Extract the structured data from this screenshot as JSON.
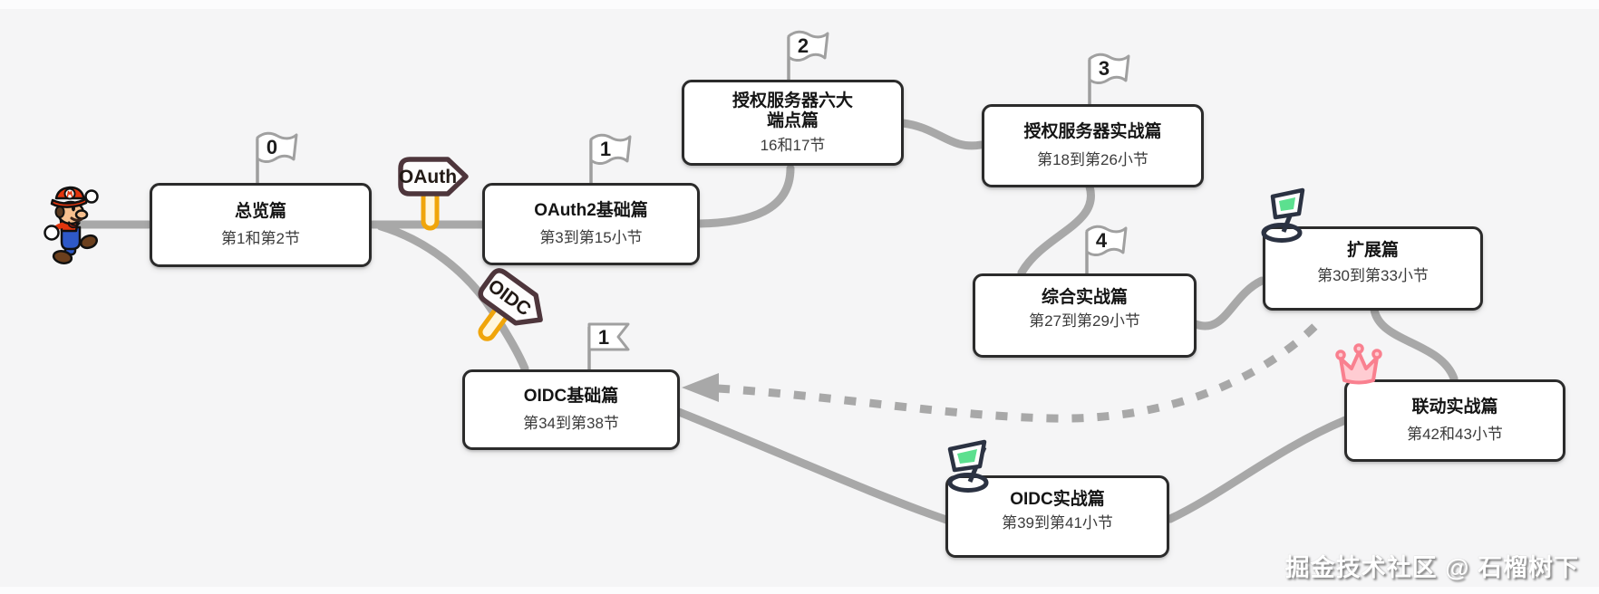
{
  "watermark": {
    "text": "掘金技术社区 @ 石榴树下"
  },
  "signs": {
    "oauth_label": "OAuth",
    "oidc_label": "OIDC"
  },
  "colors": {
    "background": "#f5f5f6",
    "path_gray": "#a8a8a8",
    "box_border": "#2b2b2b",
    "sign_border": "#4e363c",
    "sign_post_yellow": "#f0a50a",
    "flag_gray": "#a0a0a0",
    "green_flag_fill": "#5ce08f",
    "green_flag_outline": "#2b3242",
    "crown_pink": "#f9808f"
  },
  "nodes": [
    {
      "id": "overview",
      "title": "总览篇",
      "subtitle": "第1和第2节",
      "flag": "0",
      "marker": "numbered-flag"
    },
    {
      "id": "oauth2-basics",
      "title": "OAuth2基础篇",
      "subtitle": "第3到第15小节",
      "flag": "1",
      "marker": "numbered-flag"
    },
    {
      "id": "endpoints",
      "title": "授权服务器六大\n端点篇",
      "subtitle": "16和17节",
      "flag": "2",
      "marker": "numbered-flag"
    },
    {
      "id": "authserver-practice",
      "title": "授权服务器实战篇",
      "subtitle": "第18到第26小节",
      "flag": "3",
      "marker": "numbered-flag"
    },
    {
      "id": "comprehensive-practice",
      "title": "综合实战篇",
      "subtitle": "第27到第29小节",
      "flag": "4",
      "marker": "numbered-flag"
    },
    {
      "id": "extension",
      "title": "扩展篇",
      "subtitle": "第30到第33小节",
      "flag": "",
      "marker": "green-flag"
    },
    {
      "id": "linkage-practice",
      "title": "联动实战篇",
      "subtitle": "第42和43小节",
      "flag": "",
      "marker": "crown"
    },
    {
      "id": "oidc-basics",
      "title": "OIDC基础篇",
      "subtitle": "第34到第38节",
      "flag": "1",
      "marker": "notched-flag"
    },
    {
      "id": "oidc-practice",
      "title": "OIDC实战篇",
      "subtitle": "第39到第41小节",
      "flag": "",
      "marker": "green-flag"
    }
  ]
}
